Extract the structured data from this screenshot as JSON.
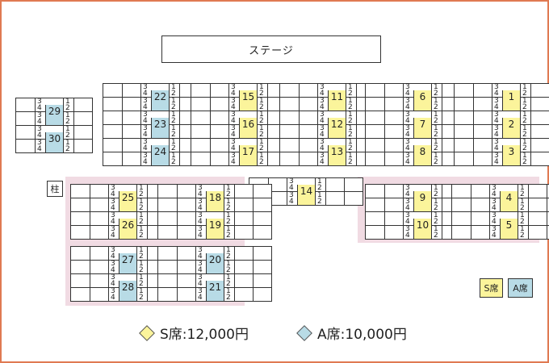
{
  "stage_label": "ステージ",
  "pillar_label": "柱",
  "colors": {
    "S": "#fbf49b",
    "A": "#b8dbe6",
    "zone": "#f1dbe3",
    "frame": "#e07a52"
  },
  "blocks": [
    {
      "number": "1",
      "class": "S"
    },
    {
      "number": "2",
      "class": "S"
    },
    {
      "number": "3",
      "class": "S"
    },
    {
      "number": "4",
      "class": "S"
    },
    {
      "number": "5",
      "class": "S"
    },
    {
      "number": "6",
      "class": "S"
    },
    {
      "number": "7",
      "class": "S"
    },
    {
      "number": "8",
      "class": "S"
    },
    {
      "number": "9",
      "class": "S"
    },
    {
      "number": "10",
      "class": "S"
    },
    {
      "number": "11",
      "class": "S"
    },
    {
      "number": "12",
      "class": "S"
    },
    {
      "number": "13",
      "class": "S"
    },
    {
      "number": "14",
      "class": "S"
    },
    {
      "number": "15",
      "class": "S"
    },
    {
      "number": "16",
      "class": "S"
    },
    {
      "number": "17",
      "class": "S"
    },
    {
      "number": "18",
      "class": "S"
    },
    {
      "number": "19",
      "class": "S"
    },
    {
      "number": "20",
      "class": "A"
    },
    {
      "number": "21",
      "class": "A"
    },
    {
      "number": "22",
      "class": "A"
    },
    {
      "number": "23",
      "class": "A"
    },
    {
      "number": "24",
      "class": "A"
    },
    {
      "number": "25",
      "class": "S"
    },
    {
      "number": "26",
      "class": "S"
    },
    {
      "number": "27",
      "class": "A"
    },
    {
      "number": "28",
      "class": "A"
    },
    {
      "number": "29",
      "class": "A"
    },
    {
      "number": "30",
      "class": "A"
    }
  ],
  "seat_labels": {
    "left_top": "3",
    "left_bottom": "4",
    "right_top": "1",
    "right_bottom": "2"
  },
  "badges": {
    "S": "S席",
    "A": "A席"
  },
  "legend": [
    {
      "class": "S",
      "text": "S席:12,000円"
    },
    {
      "class": "A",
      "text": "A席:10,000円"
    }
  ]
}
